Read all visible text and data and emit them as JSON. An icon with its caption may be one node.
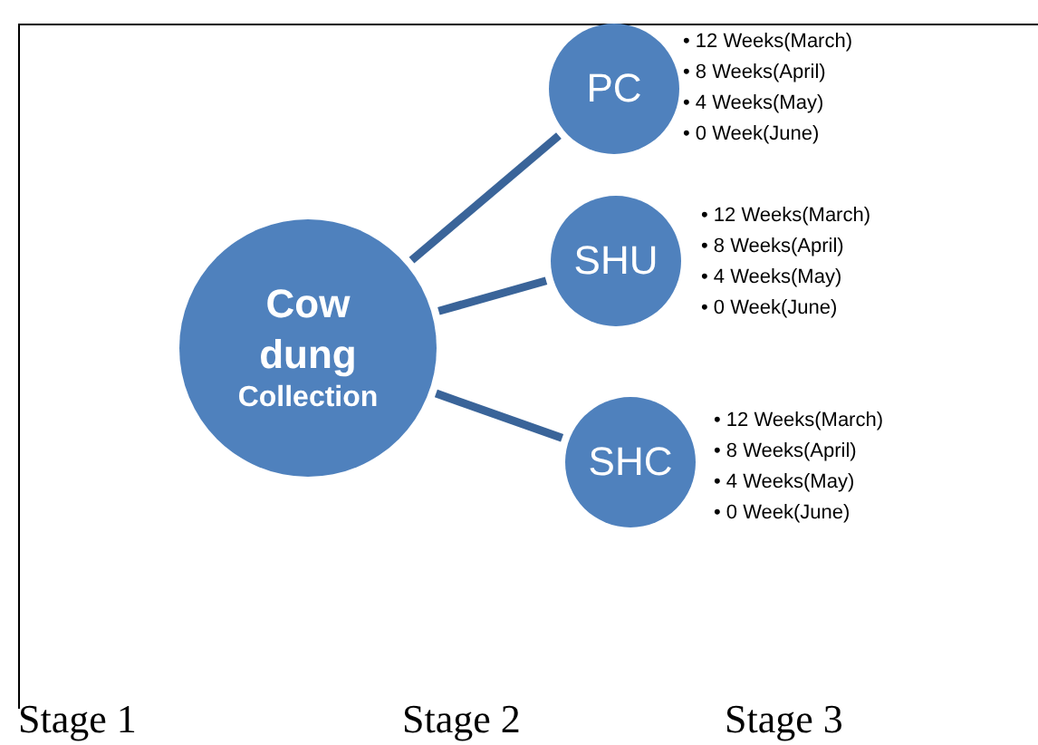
{
  "diagram": {
    "nodes": [
      {
        "text": [
          "Cow dung",
          "Collection"
        ]
      },
      {
        "text": [
          "PC"
        ],
        "beside": [
          "• 12 Weeks(March)",
          "• 8 Weeks(April)",
          "• 4 Weeks(May)",
          "• 0 Week(June)"
        ]
      },
      {
        "text": [
          "SHU"
        ],
        "beside": [
          "• 12 Weeks(March)",
          "• 8 Weeks(April)",
          "• 4 Weeks(May)",
          "• 0 Week(June)"
        ]
      },
      {
        "text": [
          "SHC"
        ],
        "beside": [
          "• 12 Weeks(March)",
          "• 8 Weeks(April)",
          "• 4 Weeks(May)",
          "• 0 Week(June)"
        ]
      }
    ],
    "edges": [
      {
        "from": 0,
        "to": 1,
        "arrow": "none"
      },
      {
        "from": 0,
        "to": 2,
        "arrow": "none"
      },
      {
        "from": 0,
        "to": 3,
        "arrow": "none"
      }
    ],
    "labels": [
      "Stage 1",
      "Stage 2",
      "Stage 3"
    ]
  }
}
